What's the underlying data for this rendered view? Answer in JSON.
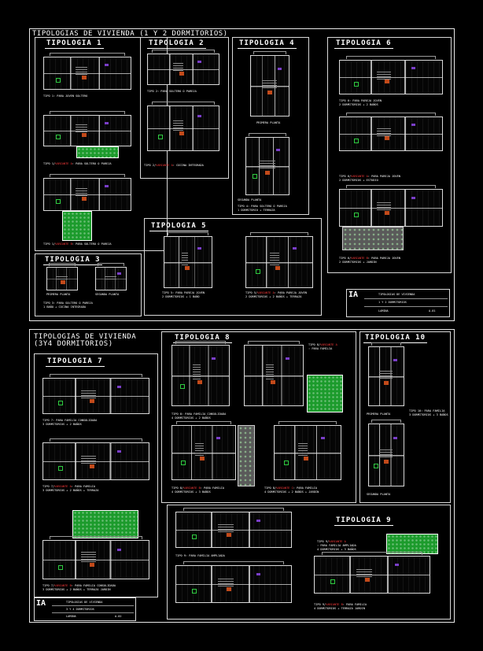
{
  "sheet1": {
    "title_line1": "TIPOLOGIAS DE VIVIENDA  (1 Y 2 DORMITORIOS)",
    "t1": {
      "title": "TIPOLOGIA 1",
      "caption1": "TIPO 1: PARA JOVEN SOLTERO",
      "caption2": "TIPO 1/",
      "caption2_hl": "VARIANTE A",
      "caption2_rest": ": PARA SOLTERO O PAREJA",
      "caption3": "TIPO 1/",
      "caption3_hl": "VARIANTE B",
      "caption3_rest": ": PARA SOLTERO O PAREJA"
    },
    "t2": {
      "title": "TIPOLOGIA 2",
      "caption1": "TIPO 2: PARA SOLTERO O PAREJA",
      "caption2": "TIPO 2/",
      "caption2_hl": "VARIANTE A",
      "caption2_rest": ": COCINA INTEGRADA"
    },
    "t3": {
      "title": "TIPOLOGIA 3",
      "caption1": "TIPO 3: PARA SOLTERO O PAREJA",
      "caption2": "1 BAÑO + COCINA INTEGRADA",
      "lbl1": "PRIMERA PLANTA",
      "lbl2": "SEGUNDA PLANTA"
    },
    "t4": {
      "title": "TIPOLOGIA 4",
      "lbl1": "PRIMERA PLANTA",
      "lbl2": "SEGUNDA PLANTA",
      "caption1": "TIPO 4: PARA SOLTERO O PAREJA",
      "caption2": "1 DORMITORIO + TERRAZA",
      "caption3": "1 BAÑO + COCINA INTEGRADA"
    },
    "t5": {
      "title": "TIPOLOGIA 5",
      "caption1": "TIPO 5: PARA PAREJA JOVEN",
      "caption2": "2 DORMITORIOS + 1 BAÑO",
      "caption3": "TIPO 5/",
      "caption3_hl": "VARIANTE A",
      "caption3_rest": ": PARA PAREJA JOVEN",
      "caption4": "2 DORMITORIOS + 2 BAÑOS + TERRAZA"
    },
    "t6": {
      "title": "TIPOLOGIA 6",
      "caption1": "TIPO 6: PARA PAREJA JOVEN",
      "caption2": "2 DORMITORIOS + 2 BAÑOS",
      "caption3": "TIPO 6/",
      "caption3_hl": "VARIANTE A",
      "caption3_rest": ": PARA PAREJA JOVEN",
      "caption4": "2 DORMITORIOS + ESTUDIO",
      "caption5": "TIPO 6/",
      "caption5_hl": "VARIANTE B",
      "caption5_rest": ": PARA PAREJA JOVEN",
      "caption6": "2 DORMITORIOS + JARDIN"
    },
    "titleblock": {
      "logo": "IA",
      "row1": "TIPOLOGIAS DE VIVIENDA",
      "row2": "1 Y 2 DORMITORIOS",
      "row3": "LAMINA",
      "sheet_no": "A-01"
    }
  },
  "sheet2": {
    "title_line1": "TIPOLOGIAS DE VIVIENDA",
    "title_line2": "(3Y4 DORMITORIOS)",
    "t7": {
      "title": "TIPOLOGIA 7",
      "caption1": "TIPO 7: PARA FAMILIA CONSOLIDADA",
      "caption2": "3 DORMITORIOS + 2 BAÑOS",
      "caption3": "TIPO 7/",
      "caption3_hl": "VARIANTE A",
      "caption3_rest": ": PARA FAMILIA",
      "caption4": "3 DORMITORIOS + 2 BAÑOS + TERRAZA",
      "caption5": "TIPO 7/",
      "caption5_hl": "VARIANTE B",
      "caption5_rest": ": PARA FAMILIA CONSOLIDADA",
      "caption6": "3 DORMITORIOS + 2 BAÑOS + TERRAZA JARDIN"
    },
    "t8": {
      "title": "TIPOLOGIA 8",
      "caption1": "TIPO 8/",
      "caption1_hl": "VARIANTE A",
      "caption1_rest": ": PARA FAMILIA",
      "caption2": "TIPO 8: PARA FAMILIA CONSOLIDADA",
      "caption3": "4 DORMITORIOS + 2 BAÑOS",
      "caption4": "TIPO 8/",
      "caption4_hl": "VARIANTE B",
      "caption4_rest": ": PARA FAMILIA",
      "caption5": "4 DORMITORIOS + 3 BAÑOS",
      "caption6": "TIPO 8/",
      "caption6_hl": "VARIANTE C",
      "caption6_rest": ": PARA FAMILIA",
      "caption7": "4 DORMITORIOS + 2 BAÑOS + JARDIN"
    },
    "t9": {
      "title": "TIPOLOGIA 9",
      "caption1": "TIPO 9: PARA FAMILIA AMPLIADA",
      "caption2": "TIPO 9/",
      "caption2_hl": "VARIANTE A",
      "caption2_rest": ": PARA FAMILIA AMPLIADA",
      "caption3": "4 DORMITORIOS + 3 BAÑOS",
      "caption4": "TIPO 9/",
      "caption4_hl": "VARIANTE B",
      "caption4_rest": ": PARA FAMILIA",
      "caption5": "4 DORMITORIOS + TERRAZA JARDIN"
    },
    "t10": {
      "title": "TIPOLOGIA 10",
      "lbl1": "PRIMERA PLANTA",
      "lbl2": "SEGUNDA PLANTA",
      "caption1": "TIPO 10: PARA FAMILIA",
      "caption2": "3 DORMITORIOS + 3 BAÑOS"
    },
    "titleblock": {
      "logo": "IA",
      "row1": "TIPOLOGIAS DE VIVIENDA",
      "row2": "3 Y 4 DORMITORIOS",
      "row3": "LAMINA",
      "sheet_no": "A-02"
    }
  }
}
